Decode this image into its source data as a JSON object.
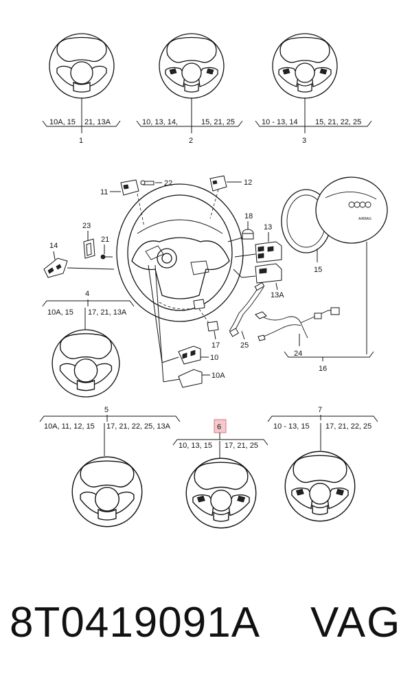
{
  "variants": [
    {
      "number": "1",
      "left": "10A, 15",
      "right": "21, 13A"
    },
    {
      "number": "2",
      "left": "10, 13, 14,",
      "right": "15, 21, 25"
    },
    {
      "number": "3",
      "left": "10 - 13, 14",
      "right": "15, 21, 22, 25"
    },
    {
      "number": "4",
      "left": "10A, 15",
      "right": "17, 21, 13A"
    },
    {
      "number": "5",
      "left": "10A, 11, 12, 15",
      "right": "17, 21, 22, 25, 13A"
    },
    {
      "number": "6",
      "left": "10, 13, 15",
      "right": "17, 21, 25",
      "highlighted": true
    },
    {
      "number": "7",
      "left": "10 - 13, 15",
      "right": "17, 21, 22, 25"
    }
  ],
  "parts": [
    "11",
    "22",
    "12",
    "18",
    "13",
    "23",
    "21",
    "14",
    "15",
    "13A",
    "17",
    "25",
    "10",
    "10A",
    "24",
    "16"
  ],
  "caption": {
    "part_number": "8T0419091A",
    "brand": "VAG"
  },
  "colors": {
    "highlight_fill": "#f6c9cc",
    "highlight_stroke": "#d4727a",
    "line": "#111111"
  }
}
